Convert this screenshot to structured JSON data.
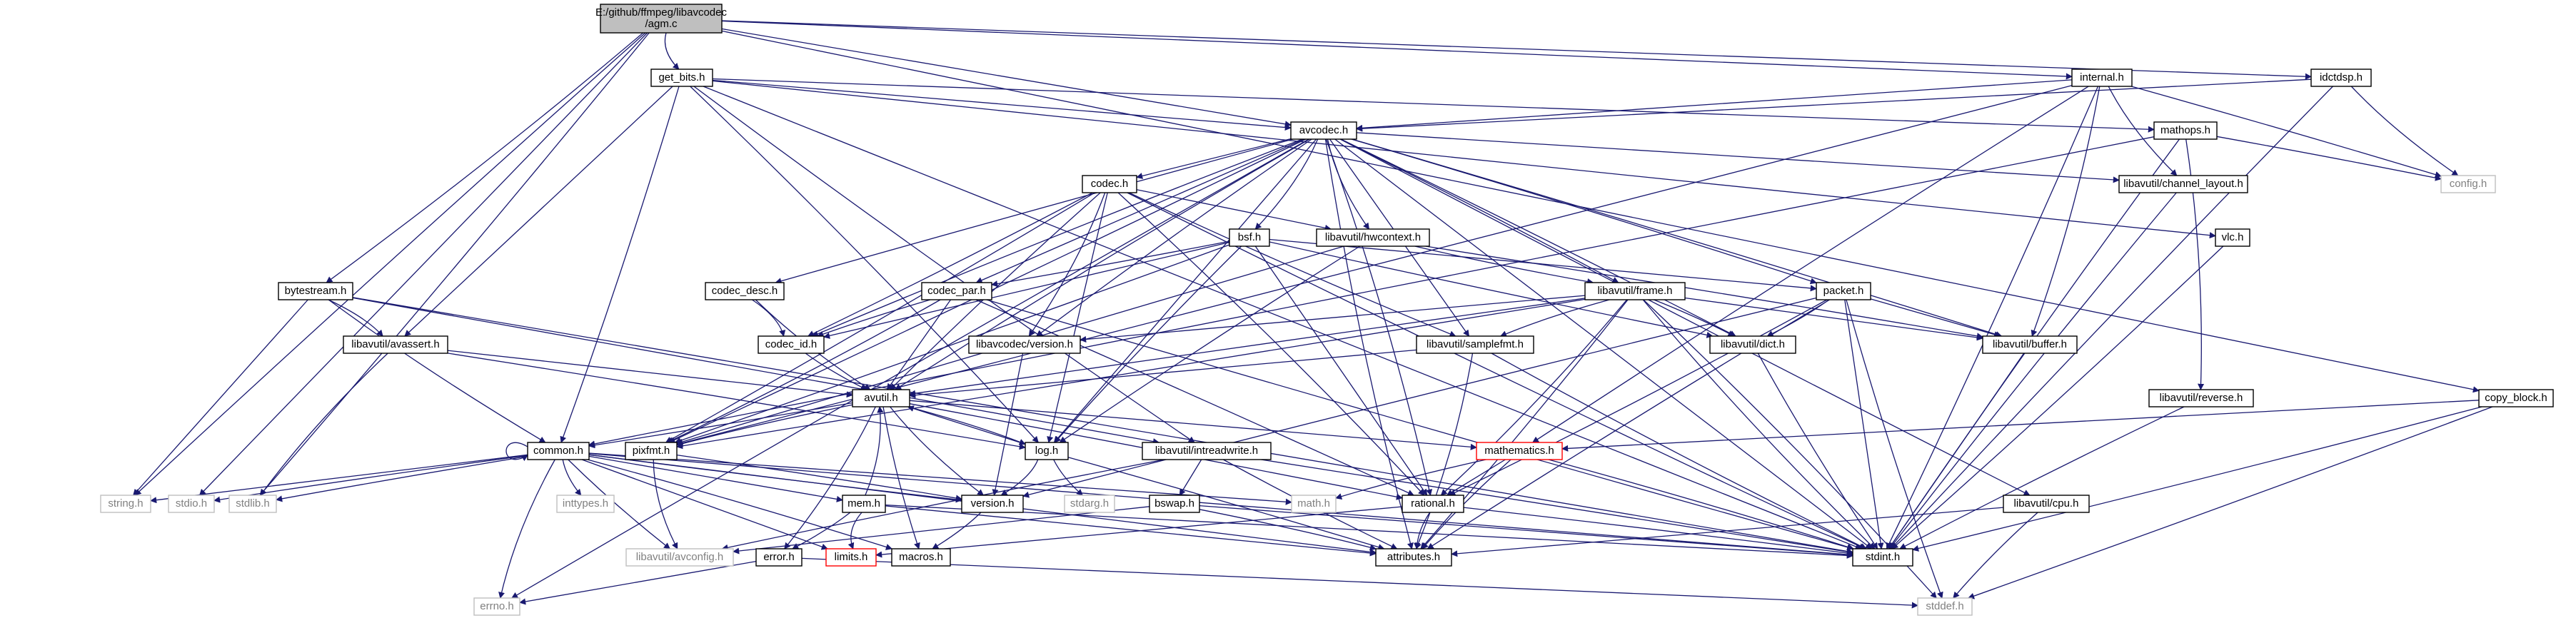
{
  "diagram": {
    "title": "E:/github/ffmpeg/libavcodec/agm.c",
    "colors": {
      "edge": "#191970",
      "node_fill": "#ffffff",
      "node_stroke": "#000000",
      "root_fill": "#bfbfbf",
      "system_stroke": "#bfbfbf",
      "system_text": "#808080",
      "missing_stroke": "#ff0000"
    },
    "nodes": [
      {
        "id": "agm_c",
        "label": "E:/github/ffmpeg/libavcodec\n/agm.c",
        "kind": "root"
      },
      {
        "id": "get_bits_h",
        "label": "get_bits.h",
        "kind": "normal"
      },
      {
        "id": "internal_h",
        "label": "internal.h",
        "kind": "normal"
      },
      {
        "id": "idctdsp_h",
        "label": "idctdsp.h",
        "kind": "normal"
      },
      {
        "id": "avcodec_h",
        "label": "avcodec.h",
        "kind": "normal"
      },
      {
        "id": "mathops_h",
        "label": "mathops.h",
        "kind": "normal"
      },
      {
        "id": "config_h",
        "label": "config.h",
        "kind": "system"
      },
      {
        "id": "codec_h",
        "label": "codec.h",
        "kind": "normal"
      },
      {
        "id": "channel_layout_h",
        "label": "libavutil/channel_layout.h",
        "kind": "normal"
      },
      {
        "id": "bsf_h",
        "label": "bsf.h",
        "kind": "normal"
      },
      {
        "id": "hwcontext_h",
        "label": "libavutil/hwcontext.h",
        "kind": "normal"
      },
      {
        "id": "vlc_h",
        "label": "vlc.h",
        "kind": "normal"
      },
      {
        "id": "bytestream_h",
        "label": "bytestream.h",
        "kind": "normal"
      },
      {
        "id": "codec_desc_h",
        "label": "codec_desc.h",
        "kind": "normal"
      },
      {
        "id": "codec_par_h",
        "label": "codec_par.h",
        "kind": "normal"
      },
      {
        "id": "frame_h",
        "label": "libavutil/frame.h",
        "kind": "normal"
      },
      {
        "id": "packet_h",
        "label": "packet.h",
        "kind": "normal"
      },
      {
        "id": "avassert_h",
        "label": "libavutil/avassert.h",
        "kind": "normal"
      },
      {
        "id": "codec_id_h",
        "label": "codec_id.h",
        "kind": "normal"
      },
      {
        "id": "lavc_version_h",
        "label": "libavcodec/version.h",
        "kind": "normal"
      },
      {
        "id": "samplefmt_h",
        "label": "libavutil/samplefmt.h",
        "kind": "normal"
      },
      {
        "id": "dict_h",
        "label": "libavutil/dict.h",
        "kind": "normal"
      },
      {
        "id": "buffer_h",
        "label": "libavutil/buffer.h",
        "kind": "normal"
      },
      {
        "id": "avutil_h",
        "label": "avutil.h",
        "kind": "normal"
      },
      {
        "id": "reverse_h",
        "label": "libavutil/reverse.h",
        "kind": "normal"
      },
      {
        "id": "copy_block_h",
        "label": "copy_block.h",
        "kind": "normal"
      },
      {
        "id": "common_h",
        "label": "common.h",
        "kind": "normal"
      },
      {
        "id": "pixfmt_h",
        "label": "pixfmt.h",
        "kind": "normal"
      },
      {
        "id": "log_h",
        "label": "log.h",
        "kind": "normal"
      },
      {
        "id": "intreadwrite_h",
        "label": "libavutil/intreadwrite.h",
        "kind": "normal"
      },
      {
        "id": "mathematics_h",
        "label": "mathematics.h",
        "kind": "missing"
      },
      {
        "id": "string_h",
        "label": "string.h",
        "kind": "system"
      },
      {
        "id": "stdio_h",
        "label": "stdio.h",
        "kind": "system"
      },
      {
        "id": "stdlib_h",
        "label": "stdlib.h",
        "kind": "system"
      },
      {
        "id": "inttypes_h",
        "label": "inttypes.h",
        "kind": "system"
      },
      {
        "id": "version_h",
        "label": "version.h",
        "kind": "normal"
      },
      {
        "id": "stdarg_h",
        "label": "stdarg.h",
        "kind": "system"
      },
      {
        "id": "math_h",
        "label": "math.h",
        "kind": "system"
      },
      {
        "id": "rational_h",
        "label": "rational.h",
        "kind": "normal"
      },
      {
        "id": "bswap_h",
        "label": "bswap.h",
        "kind": "normal"
      },
      {
        "id": "mem_h",
        "label": "mem.h",
        "kind": "normal"
      },
      {
        "id": "cpu_h",
        "label": "libavutil/cpu.h",
        "kind": "normal"
      },
      {
        "id": "avconfig_h",
        "label": "libavutil/avconfig.h",
        "kind": "system"
      },
      {
        "id": "limits_h",
        "label": "limits.h",
        "kind": "missing"
      },
      {
        "id": "macros_h",
        "label": "macros.h",
        "kind": "normal"
      },
      {
        "id": "attributes_h",
        "label": "attributes.h",
        "kind": "normal"
      },
      {
        "id": "stdint_h",
        "label": "stdint.h",
        "kind": "normal"
      },
      {
        "id": "error_h",
        "label": "error.h",
        "kind": "normal"
      },
      {
        "id": "errno_h",
        "label": "errno.h",
        "kind": "system"
      },
      {
        "id": "stddef_h",
        "label": "stddef.h",
        "kind": "system"
      }
    ],
    "edges": [
      [
        "agm_c",
        "get_bits_h"
      ],
      [
        "agm_c",
        "internal_h"
      ],
      [
        "agm_c",
        "idctdsp_h"
      ],
      [
        "agm_c",
        "avcodec_h"
      ],
      [
        "agm_c",
        "bytestream_h"
      ],
      [
        "agm_c",
        "copy_block_h"
      ],
      [
        "agm_c",
        "string_h"
      ],
      [
        "agm_c",
        "stdio_h"
      ],
      [
        "agm_c",
        "stdlib_h"
      ],
      [
        "get_bits_h",
        "avcodec_h"
      ],
      [
        "get_bits_h",
        "mathops_h"
      ],
      [
        "get_bits_h",
        "vlc_h"
      ],
      [
        "get_bits_h",
        "avassert_h"
      ],
      [
        "get_bits_h",
        "common_h"
      ],
      [
        "get_bits_h",
        "log_h"
      ],
      [
        "get_bits_h",
        "intreadwrite_h"
      ],
      [
        "get_bits_h",
        "stdint_h"
      ],
      [
        "internal_h",
        "avcodec_h"
      ],
      [
        "internal_h",
        "config_h"
      ],
      [
        "internal_h",
        "buffer_h"
      ],
      [
        "internal_h",
        "channel_layout_h"
      ],
      [
        "internal_h",
        "mathematics_h"
      ],
      [
        "internal_h",
        "pixfmt_h"
      ],
      [
        "internal_h",
        "stdint_h"
      ],
      [
        "idctdsp_h",
        "avcodec_h"
      ],
      [
        "idctdsp_h",
        "config_h"
      ],
      [
        "idctdsp_h",
        "stdint_h"
      ],
      [
        "avcodec_h",
        "codec_h"
      ],
      [
        "avcodec_h",
        "channel_layout_h"
      ],
      [
        "avcodec_h",
        "bsf_h"
      ],
      [
        "avcodec_h",
        "hwcontext_h"
      ],
      [
        "avcodec_h",
        "codec_desc_h"
      ],
      [
        "avcodec_h",
        "codec_par_h"
      ],
      [
        "avcodec_h",
        "frame_h"
      ],
      [
        "avcodec_h",
        "packet_h"
      ],
      [
        "avcodec_h",
        "codec_id_h"
      ],
      [
        "avcodec_h",
        "lavc_version_h"
      ],
      [
        "avcodec_h",
        "samplefmt_h"
      ],
      [
        "avcodec_h",
        "dict_h"
      ],
      [
        "avcodec_h",
        "buffer_h"
      ],
      [
        "avcodec_h",
        "avutil_h"
      ],
      [
        "avcodec_h",
        "cpu_h"
      ],
      [
        "avcodec_h",
        "log_h"
      ],
      [
        "avcodec_h",
        "pixfmt_h"
      ],
      [
        "avcodec_h",
        "rational_h"
      ],
      [
        "avcodec_h",
        "attributes_h"
      ],
      [
        "avcodec_h",
        "errno_h"
      ],
      [
        "avcodec_h",
        "stdint_h"
      ],
      [
        "mathops_h",
        "config_h"
      ],
      [
        "mathops_h",
        "reverse_h"
      ],
      [
        "mathops_h",
        "common_h"
      ],
      [
        "mathops_h",
        "stdint_h"
      ],
      [
        "codec_h",
        "hwcontext_h"
      ],
      [
        "codec_h",
        "codec_id_h"
      ],
      [
        "codec_h",
        "lavc_version_h"
      ],
      [
        "codec_h",
        "samplefmt_h"
      ],
      [
        "codec_h",
        "avutil_h"
      ],
      [
        "codec_h",
        "log_h"
      ],
      [
        "codec_h",
        "pixfmt_h"
      ],
      [
        "codec_h",
        "rational_h"
      ],
      [
        "codec_h",
        "stdint_h"
      ],
      [
        "channel_layout_h",
        "stdint_h"
      ],
      [
        "bsf_h",
        "codec_id_h"
      ],
      [
        "bsf_h",
        "codec_par_h"
      ],
      [
        "bsf_h",
        "packet_h"
      ],
      [
        "bsf_h",
        "dict_h"
      ],
      [
        "bsf_h",
        "log_h"
      ],
      [
        "bsf_h",
        "rational_h"
      ],
      [
        "bsf_h",
        "pixfmt_h"
      ],
      [
        "hwcontext_h",
        "buffer_h"
      ],
      [
        "hwcontext_h",
        "frame_h"
      ],
      [
        "hwcontext_h",
        "log_h"
      ],
      [
        "hwcontext_h",
        "pixfmt_h"
      ],
      [
        "vlc_h",
        "stdint_h"
      ],
      [
        "bytestream_h",
        "avassert_h"
      ],
      [
        "bytestream_h",
        "common_h"
      ],
      [
        "bytestream_h",
        "intreadwrite_h"
      ],
      [
        "bytestream_h",
        "string_h"
      ],
      [
        "bytestream_h",
        "stdint_h"
      ],
      [
        "codec_desc_h",
        "codec_id_h"
      ],
      [
        "codec_desc_h",
        "avutil_h"
      ],
      [
        "codec_par_h",
        "codec_id_h"
      ],
      [
        "codec_par_h",
        "avutil_h"
      ],
      [
        "codec_par_h",
        "rational_h"
      ],
      [
        "codec_par_h",
        "pixfmt_h"
      ],
      [
        "codec_par_h",
        "stdint_h"
      ],
      [
        "frame_h",
        "avutil_h"
      ],
      [
        "frame_h",
        "buffer_h"
      ],
      [
        "frame_h",
        "dict_h"
      ],
      [
        "frame_h",
        "rational_h"
      ],
      [
        "frame_h",
        "samplefmt_h"
      ],
      [
        "frame_h",
        "pixfmt_h"
      ],
      [
        "frame_h",
        "lavc_version_h"
      ],
      [
        "frame_h",
        "attributes_h"
      ],
      [
        "frame_h",
        "stddef_h"
      ],
      [
        "frame_h",
        "stdint_h"
      ],
      [
        "packet_h",
        "attributes_h"
      ],
      [
        "packet_h",
        "buffer_h"
      ],
      [
        "packet_h",
        "dict_h"
      ],
      [
        "packet_h",
        "rational_h"
      ],
      [
        "packet_h",
        "version_h"
      ],
      [
        "packet_h",
        "stddef_h"
      ],
      [
        "packet_h",
        "stdint_h"
      ],
      [
        "avassert_h",
        "avutil_h"
      ],
      [
        "avassert_h",
        "log_h"
      ],
      [
        "avassert_h",
        "stdlib_h"
      ],
      [
        "codec_id_h",
        "avutil_h"
      ],
      [
        "lavc_version_h",
        "version_h"
      ],
      [
        "samplefmt_h",
        "avutil_h"
      ],
      [
        "samplefmt_h",
        "attributes_h"
      ],
      [
        "samplefmt_h",
        "stdint_h"
      ],
      [
        "dict_h",
        "stdint_h"
      ],
      [
        "buffer_h",
        "stdint_h"
      ],
      [
        "avutil_h",
        "common_h"
      ],
      [
        "avutil_h",
        "error_h"
      ],
      [
        "avutil_h",
        "version_h"
      ],
      [
        "avutil_h",
        "macros_h"
      ],
      [
        "avutil_h",
        "mathematics_h"
      ],
      [
        "avutil_h",
        "rational_h"
      ],
      [
        "avutil_h",
        "log_h"
      ],
      [
        "avutil_h",
        "pixfmt_h"
      ],
      [
        "reverse_h",
        "stdint_h"
      ],
      [
        "copy_block_h",
        "mathematics_h"
      ],
      [
        "copy_block_h",
        "stddef_h"
      ],
      [
        "copy_block_h",
        "stdint_h"
      ],
      [
        "common_h",
        "errno_h"
      ],
      [
        "common_h",
        "inttypes_h"
      ],
      [
        "common_h",
        "limits_h"
      ],
      [
        "common_h",
        "math_h"
      ],
      [
        "common_h",
        "stdint_h"
      ],
      [
        "common_h",
        "stdio_h"
      ],
      [
        "common_h",
        "stdlib_h"
      ],
      [
        "common_h",
        "string_h"
      ],
      [
        "common_h",
        "attributes_h"
      ],
      [
        "common_h",
        "macros_h"
      ],
      [
        "common_h",
        "version_h"
      ],
      [
        "common_h",
        "avconfig_h"
      ],
      [
        "common_h",
        "mem_h"
      ],
      [
        "common_h",
        "common_h"
      ],
      [
        "pixfmt_h",
        "version_h"
      ],
      [
        "pixfmt_h",
        "avconfig_h"
      ],
      [
        "log_h",
        "stdarg_h"
      ],
      [
        "log_h",
        "avutil_h"
      ],
      [
        "log_h",
        "attributes_h"
      ],
      [
        "log_h",
        "version_h"
      ],
      [
        "intreadwrite_h",
        "avconfig_h"
      ],
      [
        "intreadwrite_h",
        "attributes_h"
      ],
      [
        "intreadwrite_h",
        "bswap_h"
      ],
      [
        "intreadwrite_h",
        "stdint_h"
      ],
      [
        "mathematics_h",
        "stdint_h"
      ],
      [
        "mathematics_h",
        "math_h"
      ],
      [
        "mathematics_h",
        "attributes_h"
      ],
      [
        "mathematics_h",
        "rational_h"
      ],
      [
        "version_h",
        "macros_h"
      ],
      [
        "rational_h",
        "stdint_h"
      ],
      [
        "rational_h",
        "limits_h"
      ],
      [
        "rational_h",
        "attributes_h"
      ],
      [
        "bswap_h",
        "stdint_h"
      ],
      [
        "bswap_h",
        "avconfig_h"
      ],
      [
        "bswap_h",
        "attributes_h"
      ],
      [
        "mem_h",
        "limits_h"
      ],
      [
        "mem_h",
        "stdint_h"
      ],
      [
        "mem_h",
        "attributes_h"
      ],
      [
        "mem_h",
        "error_h"
      ],
      [
        "mem_h",
        "avutil_h"
      ],
      [
        "cpu_h",
        "attributes_h"
      ],
      [
        "cpu_h",
        "stddef_h"
      ],
      [
        "error_h",
        "errno_h"
      ],
      [
        "error_h",
        "stddef_h"
      ]
    ]
  }
}
